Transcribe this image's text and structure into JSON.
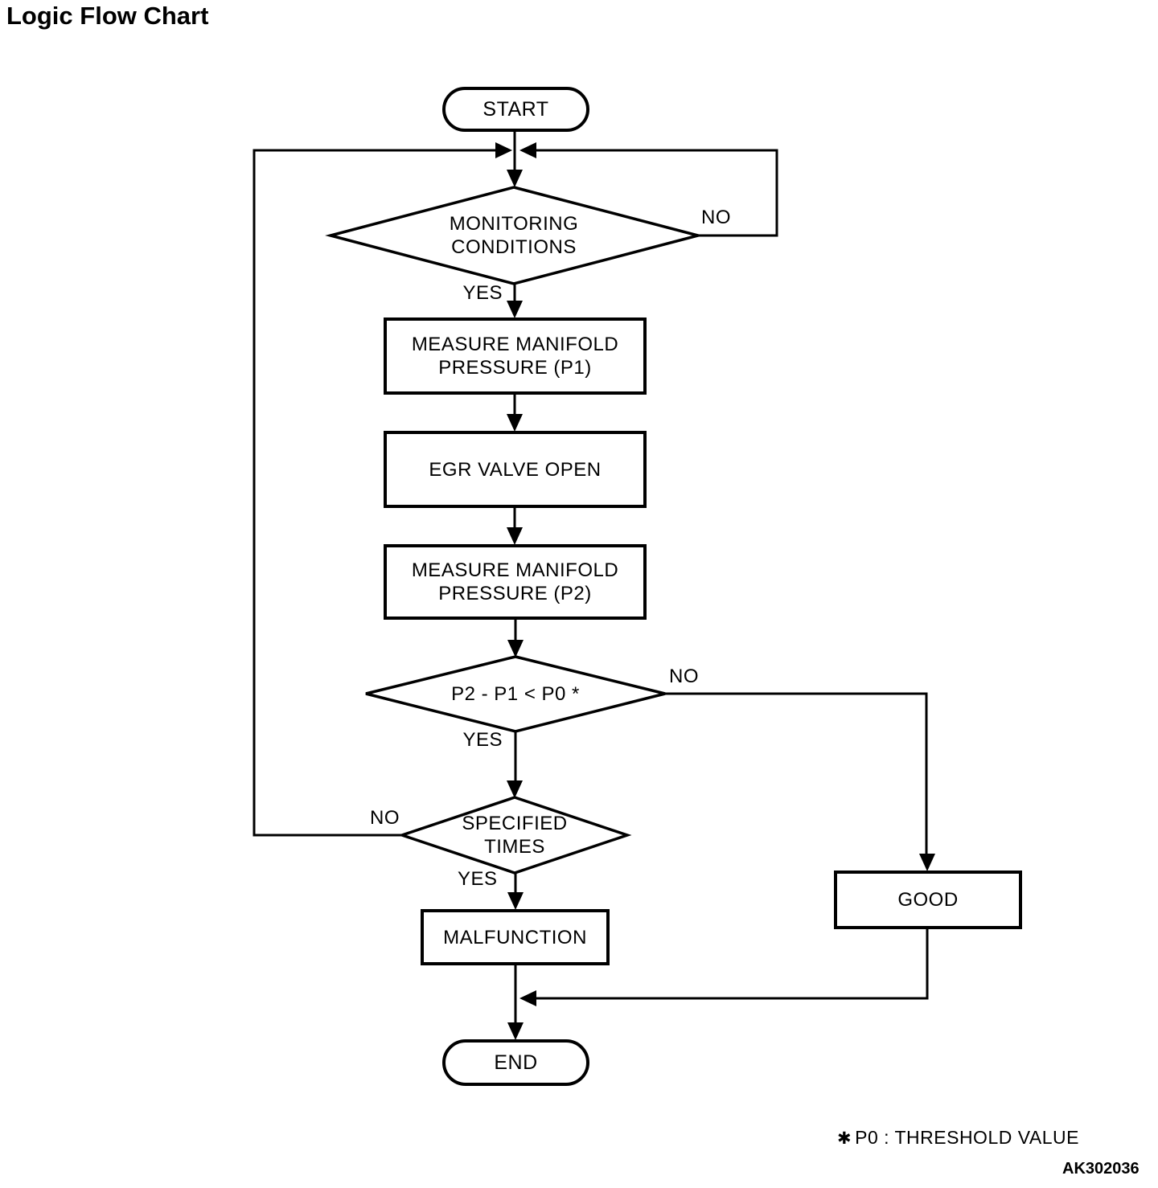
{
  "title": "Logic Flow Chart",
  "nodes": {
    "start": {
      "label": "START"
    },
    "monitoring": {
      "line1": "MONITORING",
      "line2": "CONDITIONS"
    },
    "measure_p1": {
      "line1": "MEASURE MANIFOLD",
      "line2": "PRESSURE (P1)"
    },
    "egr": {
      "label": "EGR VALVE OPEN"
    },
    "measure_p2": {
      "line1": "MEASURE MANIFOLD",
      "line2": "PRESSURE (P2)"
    },
    "compare": {
      "label": "P2 - P1 < P0 *"
    },
    "specified": {
      "line1": "SPECIFIED",
      "line2": "TIMES"
    },
    "malfunction": {
      "label": "MALFUNCTION"
    },
    "good": {
      "label": "GOOD"
    },
    "end": {
      "label": "END"
    }
  },
  "edge_labels": {
    "monitoring_yes": "YES",
    "monitoring_no": "NO",
    "compare_yes": "YES",
    "compare_no": "NO",
    "specified_yes": "YES",
    "specified_no": "NO"
  },
  "footnote": {
    "symbol": "✱",
    "text": "P0 : THRESHOLD VALUE"
  },
  "figure_id": "AK302036",
  "colors": {
    "line": "#000000",
    "background": "#ffffff",
    "text": "#000000"
  }
}
